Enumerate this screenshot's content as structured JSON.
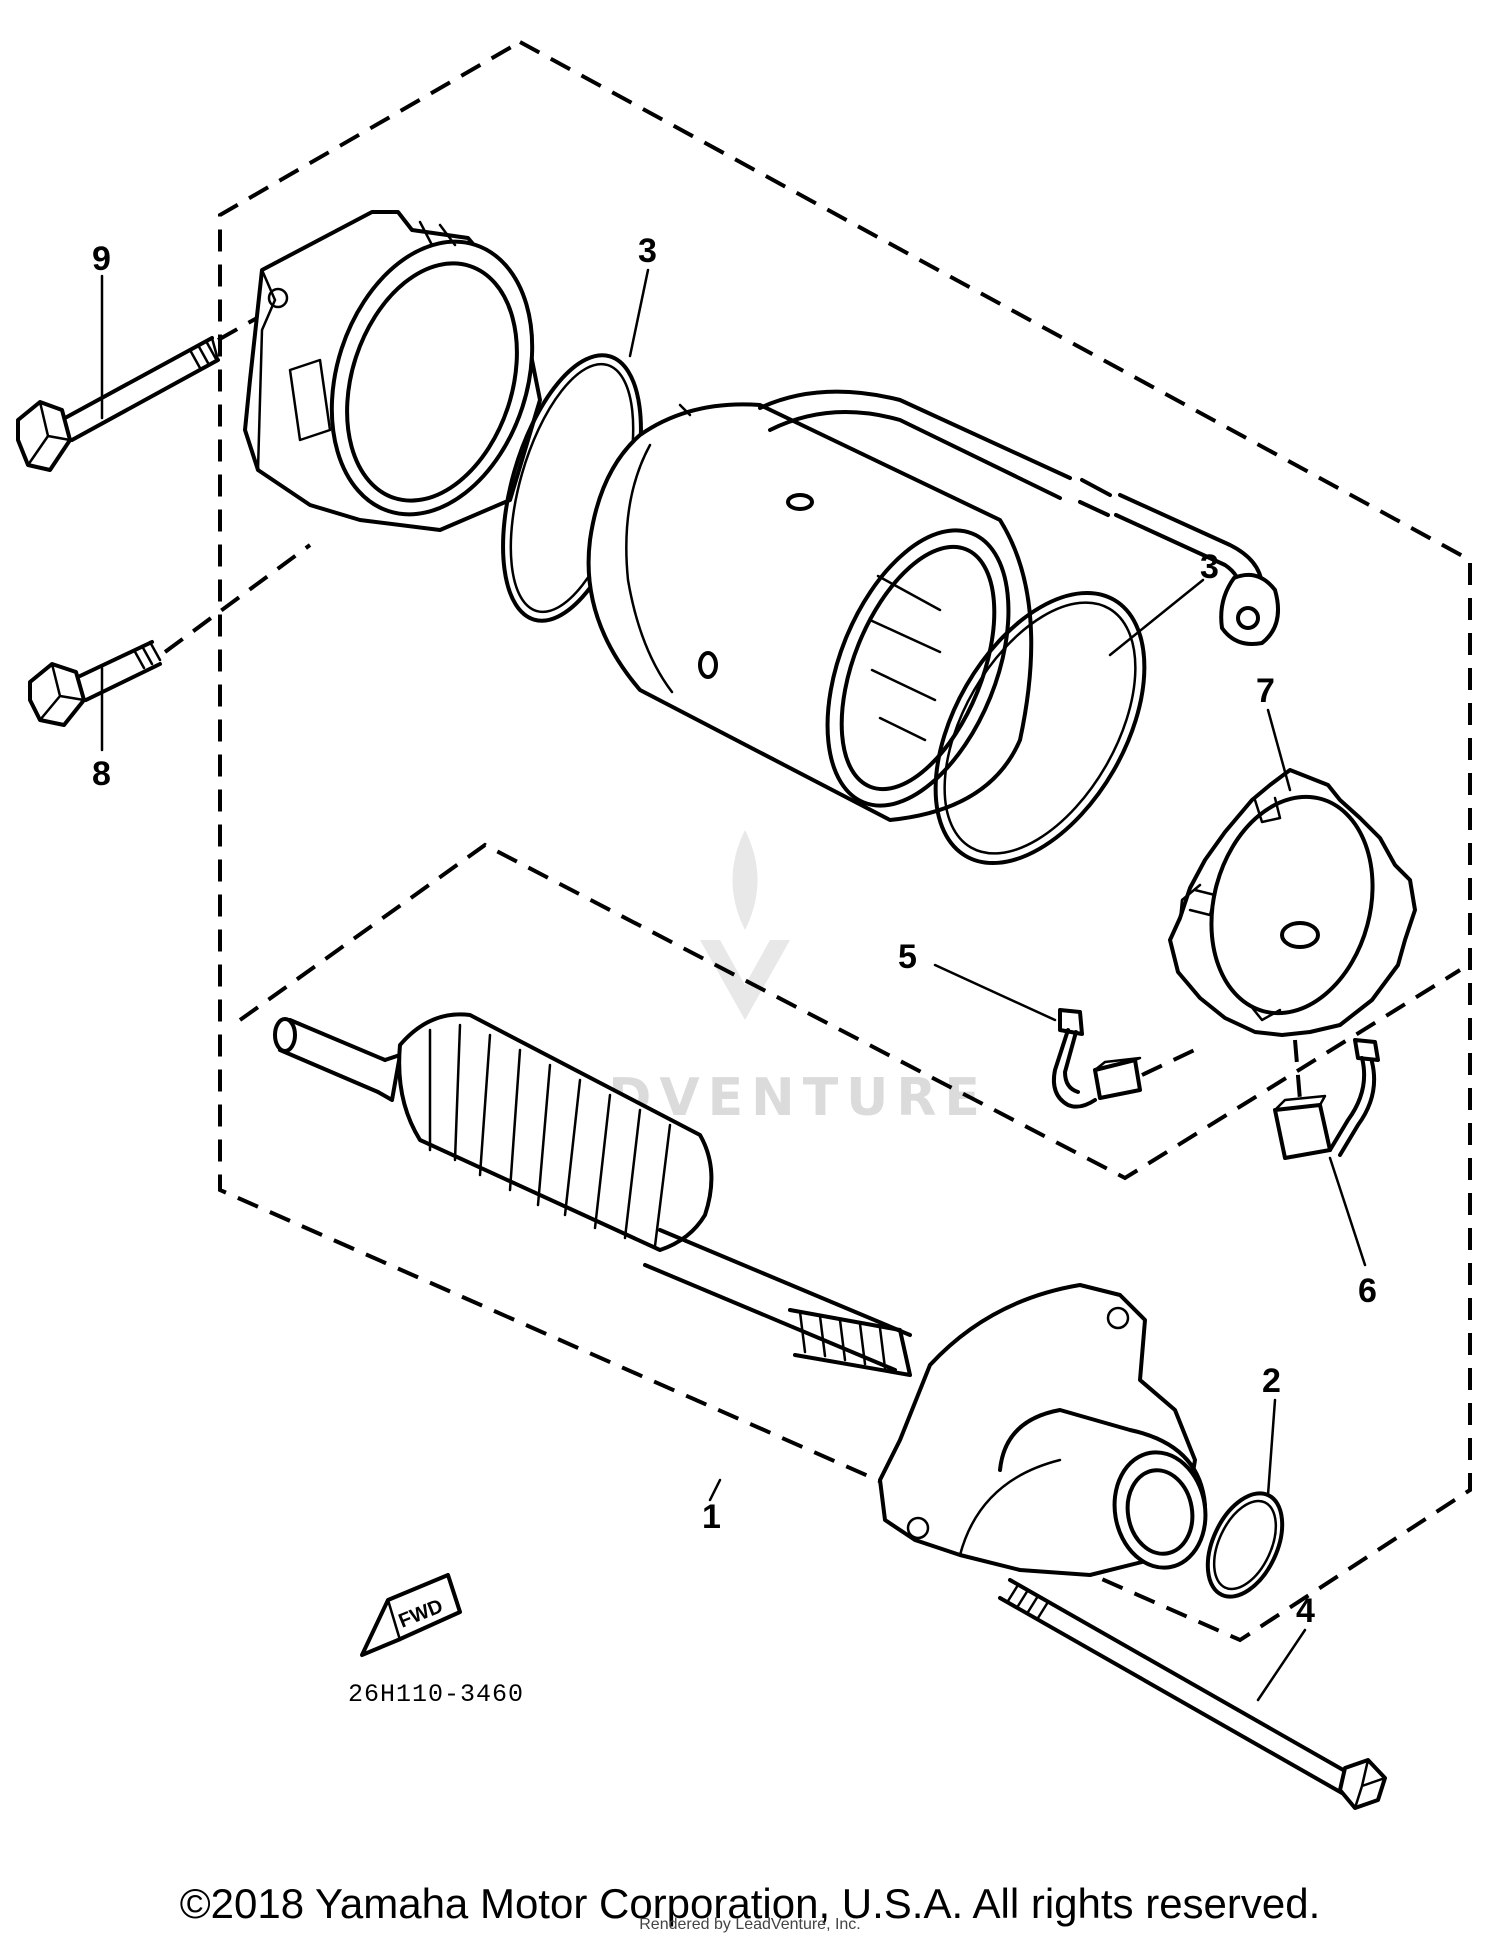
{
  "diagram": {
    "callouts": [
      "1",
      "2",
      "3",
      "3",
      "4",
      "5",
      "6",
      "7",
      "8",
      "9"
    ],
    "part_code": "26H110-3460",
    "fwd_label": "FWD",
    "watermark_text": "ADVENTURE",
    "colors": {
      "line": "#000000",
      "background": "#ffffff",
      "watermark": "#d8d8d8"
    }
  },
  "footer": {
    "copyright": "©2018 Yamaha Motor Corporation, U.S.A. All rights reserved.",
    "rendered_by": "Rendered by LeadVenture, Inc."
  }
}
